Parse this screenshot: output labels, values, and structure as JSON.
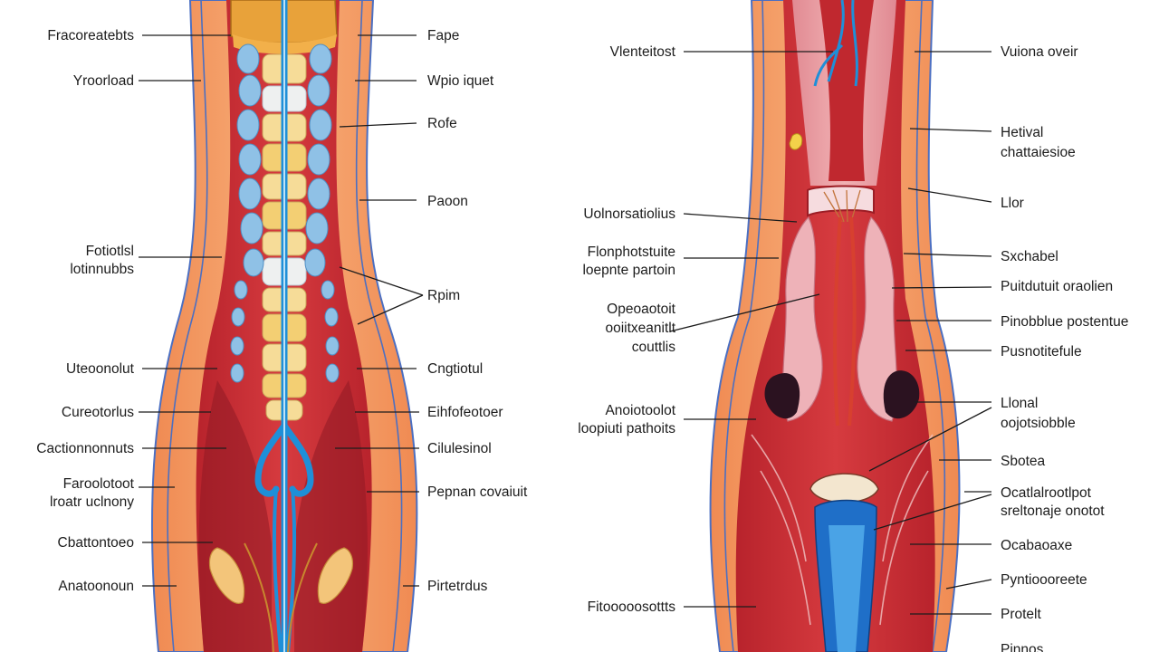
{
  "left_diagram": {
    "labels_left": [
      [
        "Fracoreatebts"
      ],
      [
        "Yroorload"
      ],
      [
        "Fotiotlsl",
        "lotinnubbs"
      ],
      [
        "Uteoonolut"
      ],
      [
        "Cureotorlus"
      ],
      [
        "Cactionnonnuts"
      ],
      [
        "Faroolotoot",
        "lroatr uclnony"
      ],
      [
        "Cbattontoeo"
      ],
      [
        "Anatoonoun"
      ]
    ],
    "labels_right": [
      [
        "Fape"
      ],
      [
        "Wpio iquet"
      ],
      [
        "Rofe"
      ],
      [
        "Paoon"
      ],
      [
        "Rpim"
      ],
      [
        "Cngtiotul"
      ],
      [
        "Eihfofeotoer"
      ],
      [
        "Cilulesinol"
      ],
      [
        "Pepnan covaiuit"
      ],
      [
        "Pirtetrdus"
      ]
    ]
  },
  "right_diagram": {
    "labels_left": [
      [
        "Vlenteitost"
      ],
      [
        "Uolnorsatiolius"
      ],
      [
        "Flonphotstuite",
        "loepnte partoin"
      ],
      [
        "Opeoaotoit",
        "ooiitxeanitlt",
        "couttlis"
      ],
      [
        "Anoiotoolot",
        "loopiuti pathoits"
      ],
      [
        "Fitooooosottts"
      ]
    ],
    "labels_right": [
      [
        "Vuiona oveir"
      ],
      [
        "Hetival",
        "chattaiesioe"
      ],
      [
        "Llor"
      ],
      [
        "Sxchabel"
      ],
      [
        "Puitdutuit oraolien"
      ],
      [
        "Pinobblue postentue"
      ],
      [
        "Pusnotitefule"
      ],
      [
        "Llonal",
        "oojotsiobble"
      ],
      [
        "Sbotea"
      ],
      [
        "Ocatlalrootlpot",
        "sreltonaje onotot"
      ],
      [
        "Ocabaoaxe"
      ],
      [
        "Pyntioooreete"
      ],
      [
        "Protelt"
      ],
      [
        "Pinnos"
      ]
    ]
  },
  "colors": {
    "skin": "#f29a62",
    "skin_light": "#f8b785",
    "muscle": "#a8202a",
    "muscle_dark": "#7e141f",
    "vessel_blue": "#1f8fd8",
    "nerve_blue": "#8fc1e6",
    "bone": "#f6dc98",
    "mucosa": "#eeb2b8",
    "outline_blue": "#4b6fc2"
  }
}
